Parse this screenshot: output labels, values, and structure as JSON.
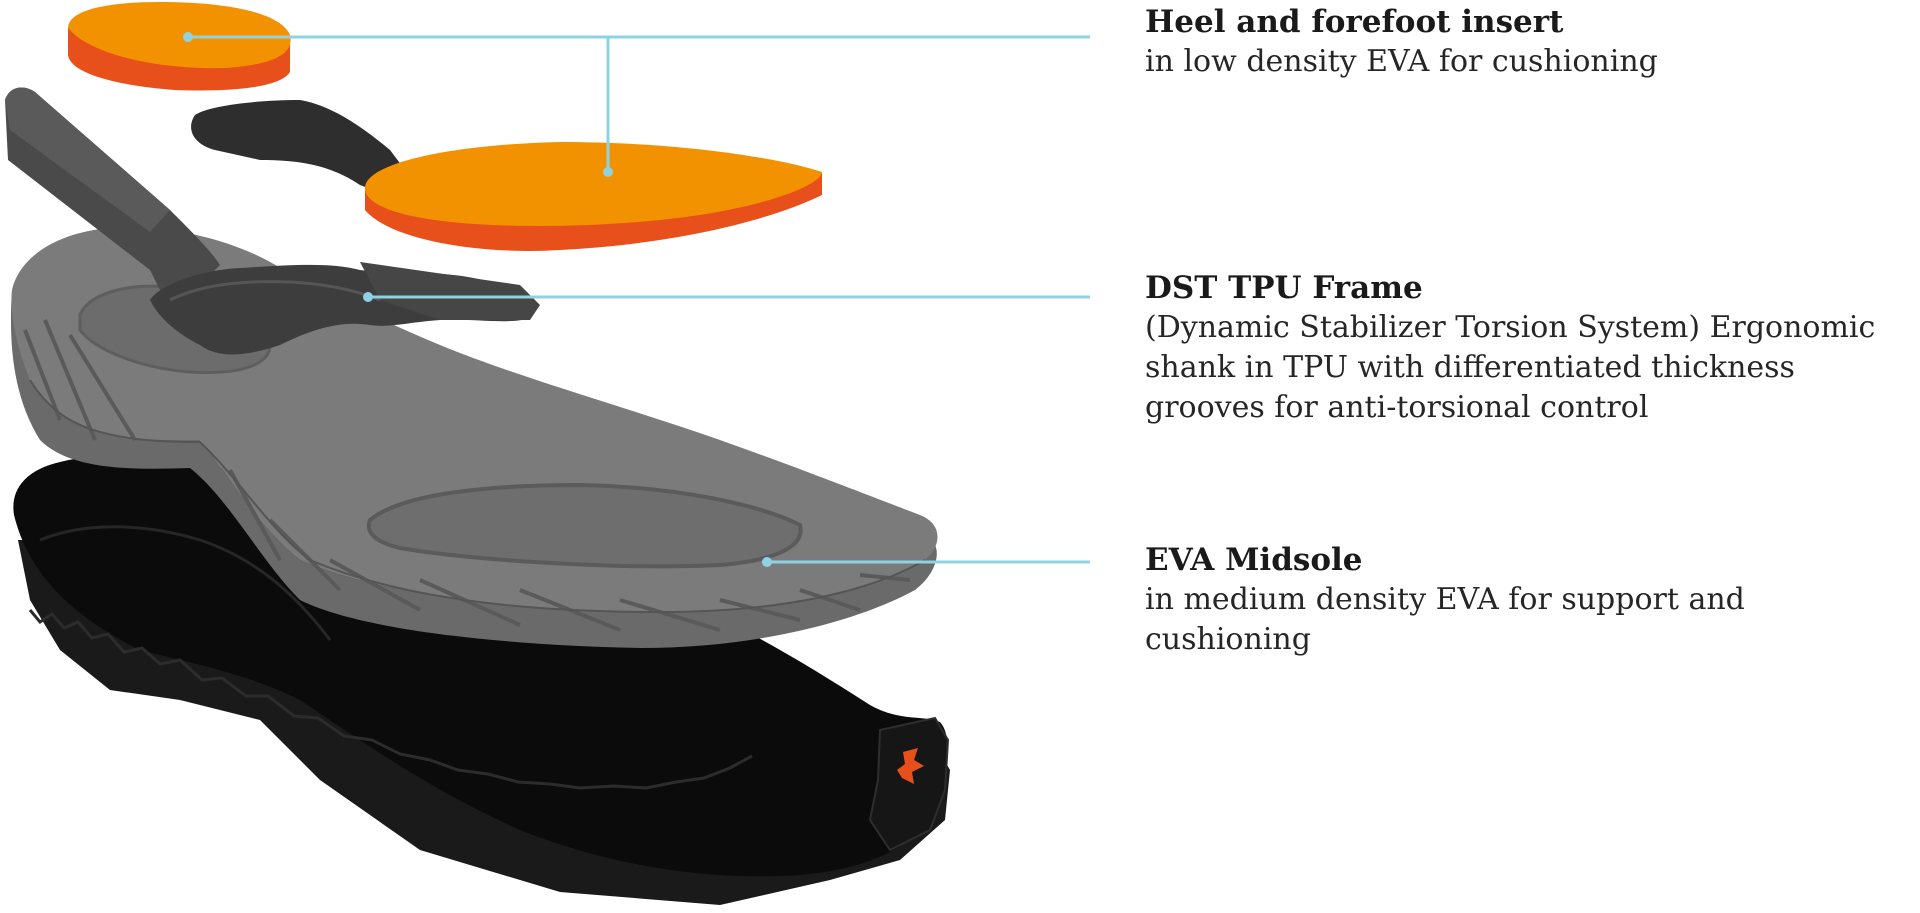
{
  "components": [
    {
      "id": "insert",
      "title": "Heel and forefoot insert",
      "description": "in low density EVA for cushioning",
      "color": "#f39200"
    },
    {
      "id": "frame",
      "title": "DST TPU Frame",
      "description": "(Dynamic Stabilizer Torsion System) Ergonomic\nshank in TPU with differentiated thickness\ngrooves for anti-torsional control",
      "color": "#4a4a4a"
    },
    {
      "id": "midsole",
      "title": "EVA Midsole",
      "description": "in medium density EVA for support and\ncushioning",
      "color": "#7a7a7a"
    }
  ],
  "colors": {
    "leader_line": "#8fd3e3",
    "insert_top": "#f39200",
    "insert_side": "#e8501b",
    "tpu_frame": "#3d3d3d",
    "midsole": "#7b7b7b",
    "outsole": "#0b0b0b",
    "logo_accent": "#e8501b"
  }
}
